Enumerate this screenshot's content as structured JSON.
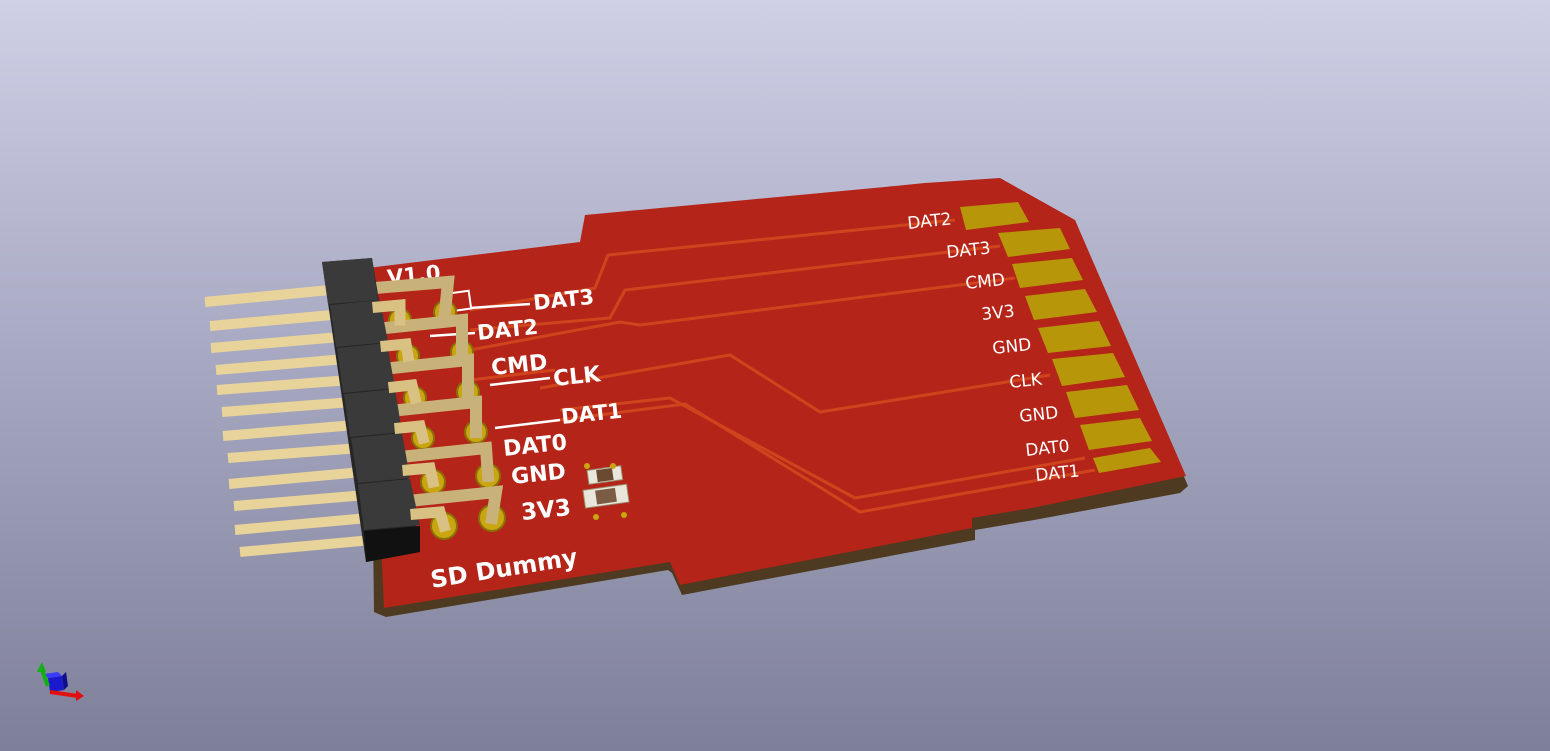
{
  "board": {
    "version_label": "V1.0",
    "name_label": "SD Dummy",
    "header_pin_labels": [
      "DAT3",
      "DAT2",
      "CMD",
      "CLK",
      "DAT1",
      "DAT0",
      "GND",
      "3V3"
    ],
    "edge_pad_labels": [
      "DAT2",
      "DAT3",
      "CMD",
      "3V3",
      "GND",
      "CLK",
      "GND",
      "DAT0",
      "DAT1"
    ]
  },
  "colors": {
    "background_top": "#cfd0e6",
    "background_bottom": "#7e7f98",
    "soldermask": "#b42418",
    "board_edge": "#4d3a20",
    "trace": "#d64a1e",
    "gold_pad": "#b8960a",
    "silkscreen": "#ffffff",
    "header_body": "#2a2a2a",
    "pin": "#e8d49a"
  },
  "axis_indicator": {
    "icon": "xyz-axis-icon"
  }
}
